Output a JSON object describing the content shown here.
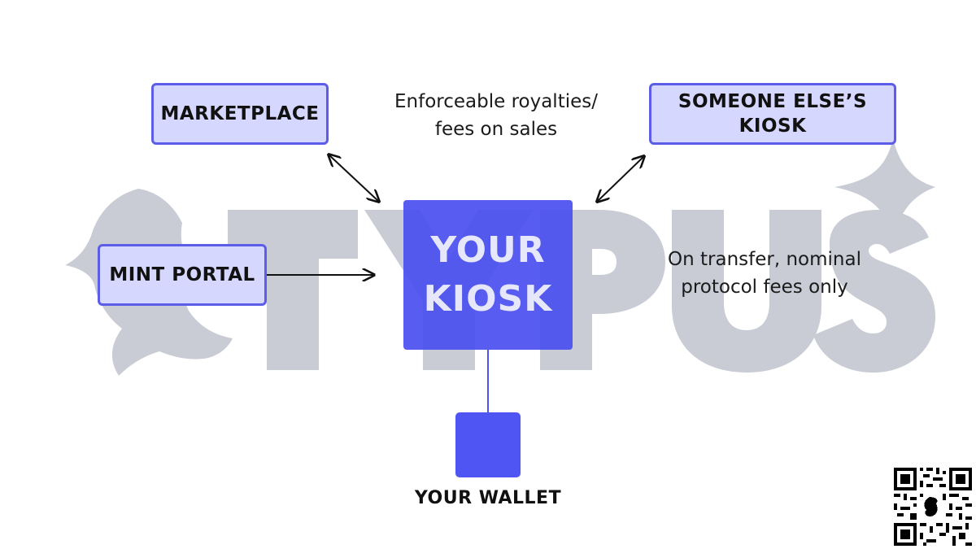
{
  "colors": {
    "box_fill": "#d6d7ff",
    "box_border": "#5c5ee8",
    "kiosk_fill": "#4b50f0",
    "wallet_fill": "#4f55f3",
    "watermark": "#c9ccd5"
  },
  "watermark": {
    "text": "TYPUS"
  },
  "nodes": {
    "marketplace": "MARKETPLACE",
    "someone_else_line1": "SOMEONE ELSE’S",
    "someone_else_line2": "KIOSK",
    "mint_portal": "MINT PORTAL",
    "your_kiosk_line1": "YOUR",
    "your_kiosk_line2": "KIOSK",
    "your_wallet": "YOUR WALLET"
  },
  "notes": {
    "royalties_line1": "Enforceable royalties/",
    "royalties_line2": "fees on sales",
    "transfer_line1": "On transfer, nominal",
    "transfer_line2": "protocol fees only"
  },
  "icons": [
    "qr-code-icon",
    "fish-logo-icon",
    "sparkle-icon"
  ]
}
